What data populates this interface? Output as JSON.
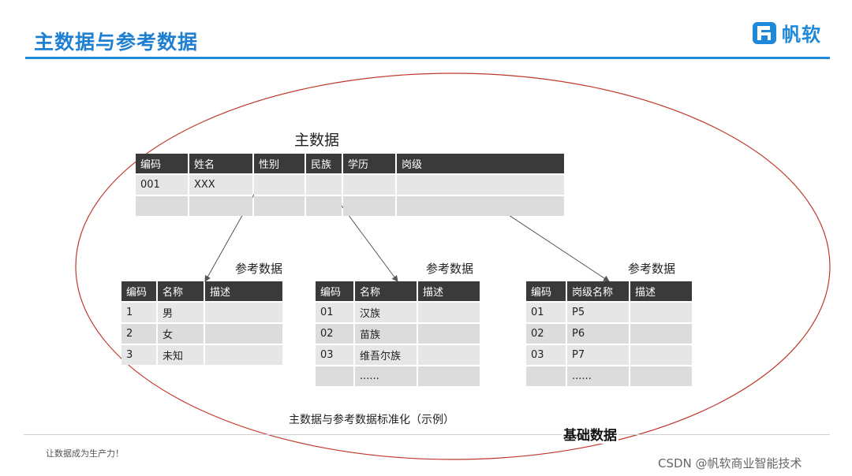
{
  "header": {
    "title": "主数据与参考数据"
  },
  "logo": {
    "text": "帆软"
  },
  "footer": {
    "slogan": "让数据成为生产力！",
    "watermark": "CSDN @帆软商业智能技术"
  },
  "diagram": {
    "master_label": "主数据",
    "ref_label": "参考数据",
    "caption": "主数据与参考数据标准化（示例）",
    "boundary_label": "基础数据",
    "master_table": {
      "headers": [
        "编码",
        "姓名",
        "性别",
        "民族",
        "学历",
        "岗级"
      ],
      "rows": [
        [
          "001",
          "XXX",
          "",
          "",
          "",
          ""
        ],
        [
          "",
          "",
          "",
          "",
          "",
          ""
        ]
      ]
    },
    "ref_gender": {
      "headers": [
        "编码",
        "名称",
        "描述"
      ],
      "rows": [
        [
          "1",
          "男",
          ""
        ],
        [
          "2",
          "女",
          ""
        ],
        [
          "3",
          "未知",
          ""
        ]
      ]
    },
    "ref_ethnic": {
      "headers": [
        "编码",
        "名称",
        "描述"
      ],
      "rows": [
        [
          "01",
          "汉族",
          ""
        ],
        [
          "02",
          "苗族",
          ""
        ],
        [
          "03",
          "维吾尔族",
          ""
        ],
        [
          "",
          "......",
          ""
        ]
      ]
    },
    "ref_level": {
      "headers": [
        "编码",
        "岗级名称",
        "描述"
      ],
      "rows": [
        [
          "01",
          "P5",
          ""
        ],
        [
          "02",
          "P6",
          ""
        ],
        [
          "03",
          "P7",
          ""
        ],
        [
          "",
          "......",
          ""
        ]
      ]
    }
  },
  "colors": {
    "accent": "#1f88d8",
    "boundary": "#c0392b",
    "header_bg": "#3a3a3a",
    "cell_bg": "#dcdcdc"
  }
}
